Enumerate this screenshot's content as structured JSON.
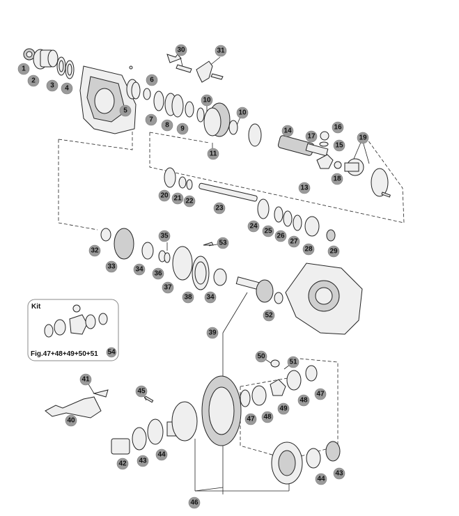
{
  "kit": {
    "title": "Kit",
    "caption": "Fig.47+48+49+50+51",
    "badge": "54"
  },
  "callouts": [
    "1",
    "2",
    "3",
    "4",
    "5",
    "6",
    "7",
    "8",
    "9",
    "10",
    "10",
    "11",
    "13",
    "14",
    "15",
    "16",
    "17",
    "18",
    "19",
    "20",
    "21",
    "22",
    "23",
    "24",
    "25",
    "26",
    "27",
    "28",
    "29",
    "30",
    "31",
    "32",
    "33",
    "34",
    "35",
    "36",
    "37",
    "38",
    "34",
    "39",
    "40",
    "41",
    "42",
    "43",
    "44",
    "45",
    "46",
    "47",
    "48",
    "49",
    "50",
    "51",
    "52",
    "53",
    "47",
    "48",
    "43",
    "44"
  ]
}
